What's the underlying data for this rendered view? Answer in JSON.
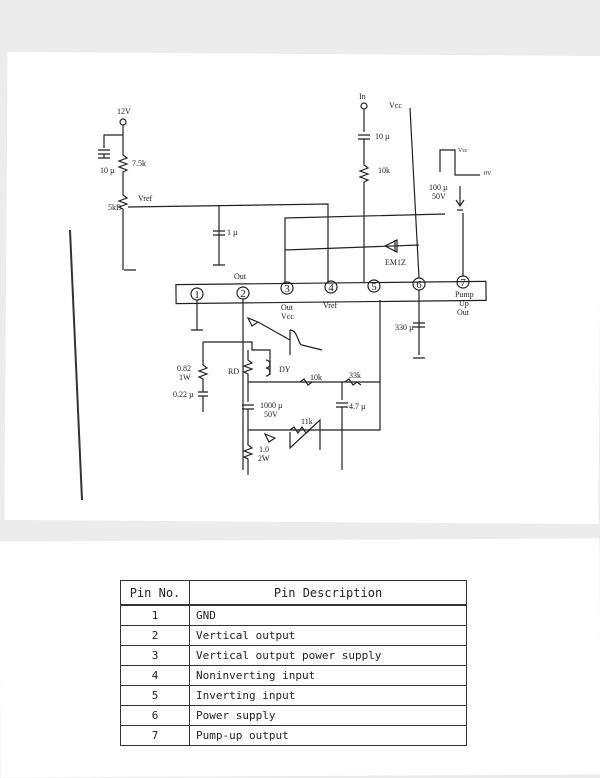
{
  "schematic": {
    "supply_12v": "12V",
    "r_7_5k": "7.5k",
    "c_10u_left": "10 µ",
    "vref_label": "Vref",
    "pot_5kb": "5kB",
    "c_1u": "1 µ",
    "out_label": "Out",
    "in_label": "In",
    "vcc_label": "Vcc",
    "c_10u_in": "10 µ",
    "r_10k_in": "10k",
    "c_100u": "100 µ",
    "c_100u_v": "50V",
    "diode": "EM1Z",
    "wave_vcc": "Vcc",
    "wave_0v": "0V",
    "pins": [
      "1",
      "2",
      "3",
      "4",
      "5",
      "6",
      "7"
    ],
    "pin3_label": [
      "Out",
      "Vcc"
    ],
    "pin4_label": "Vref",
    "pin7_label": [
      "Pump",
      "Up",
      "Out"
    ],
    "c_330u": "330 µ",
    "r_082": "0.82",
    "r_082_w": "1W",
    "c_022u": "0.22 µ",
    "rd": "RD",
    "dy": "DY",
    "r_10k": "10k",
    "r_33k": "33k",
    "c_1000u": "1000 µ",
    "c_1000u_v": "50V",
    "c_4_7u": "4.7 µ",
    "r_11k": "11k",
    "r_1_0": "1.0",
    "r_1_0_w": "2W"
  },
  "table": {
    "headers": [
      "Pin No.",
      "Pin Description"
    ],
    "rows": [
      {
        "pin": "1",
        "desc": "GND"
      },
      {
        "pin": "2",
        "desc": "Vertical output"
      },
      {
        "pin": "3",
        "desc": "Vertical output power supply"
      },
      {
        "pin": "4",
        "desc": "Noninverting input"
      },
      {
        "pin": "5",
        "desc": "Inverting input"
      },
      {
        "pin": "6",
        "desc": "Power supply"
      },
      {
        "pin": "7",
        "desc": "Pump-up output"
      }
    ]
  }
}
